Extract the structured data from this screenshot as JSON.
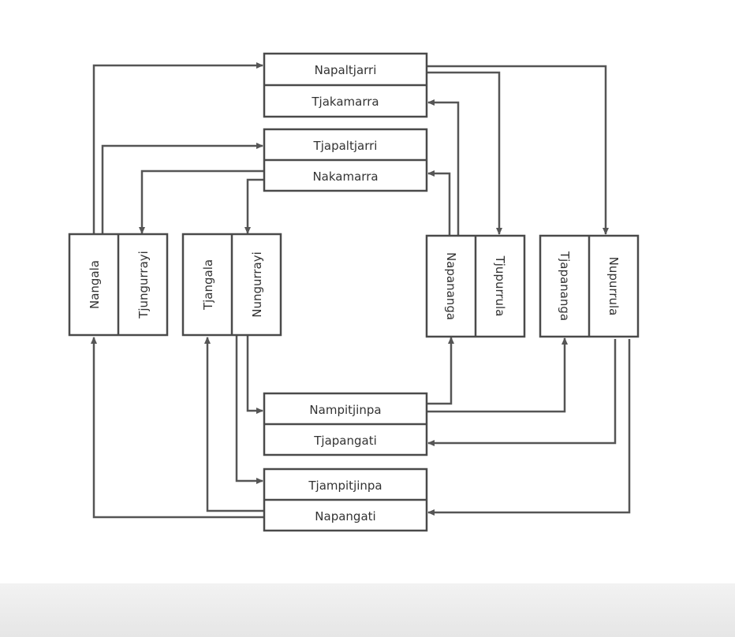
{
  "diagram": {
    "top_pair_1": {
      "upper": "Napaltjarri",
      "lower": "Tjakamarra"
    },
    "top_pair_2": {
      "upper": "Tjapaltjarri",
      "lower": "Nakamarra"
    },
    "bottom_pair_1": {
      "upper": "Nampitjinpa",
      "lower": "Tjapangati"
    },
    "bottom_pair_2": {
      "upper": "Tjampitjinpa",
      "lower": "Napangati"
    },
    "left_pair_1": {
      "a": "Nangala",
      "b": "Tjungurrayi"
    },
    "left_pair_2": {
      "a": "Tjangala",
      "b": "Nungurrayi"
    },
    "right_pair_1": {
      "a": "Napananga",
      "b": "Tjupurrula"
    },
    "right_pair_2": {
      "a": "Tjapananga",
      "b": "Nupurrula"
    }
  }
}
